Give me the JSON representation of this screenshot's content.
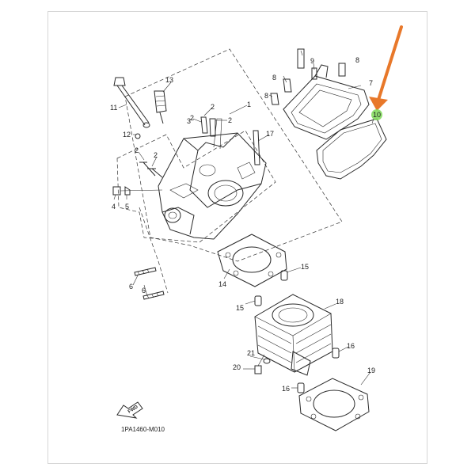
{
  "diagram": {
    "callouts": {
      "c1": "1",
      "c2a": "2",
      "c2b": "2",
      "c2c": "2",
      "c2d": "2",
      "c2e": "2",
      "c3": "3",
      "c4": "4",
      "c5": "5",
      "c6a": "6",
      "c6b": "6",
      "c7": "7",
      "c8a": "8",
      "c8b": "8",
      "c8c": "8",
      "c9": "9",
      "c10": "10",
      "c11": "11",
      "c12": "12",
      "c13": "13",
      "c14": "14",
      "c15a": "15",
      "c15b": "15",
      "c16a": "16",
      "c16b": "16",
      "c17": "17",
      "c18": "18",
      "c19": "19",
      "c20": "20",
      "c21": "21"
    },
    "fwd_label": "FWD",
    "drawing_code": "1PA1460-M010"
  },
  "colors": {
    "arrow": "#e8782a",
    "highlight": "#7ed957",
    "line": "#2a2a2a"
  }
}
